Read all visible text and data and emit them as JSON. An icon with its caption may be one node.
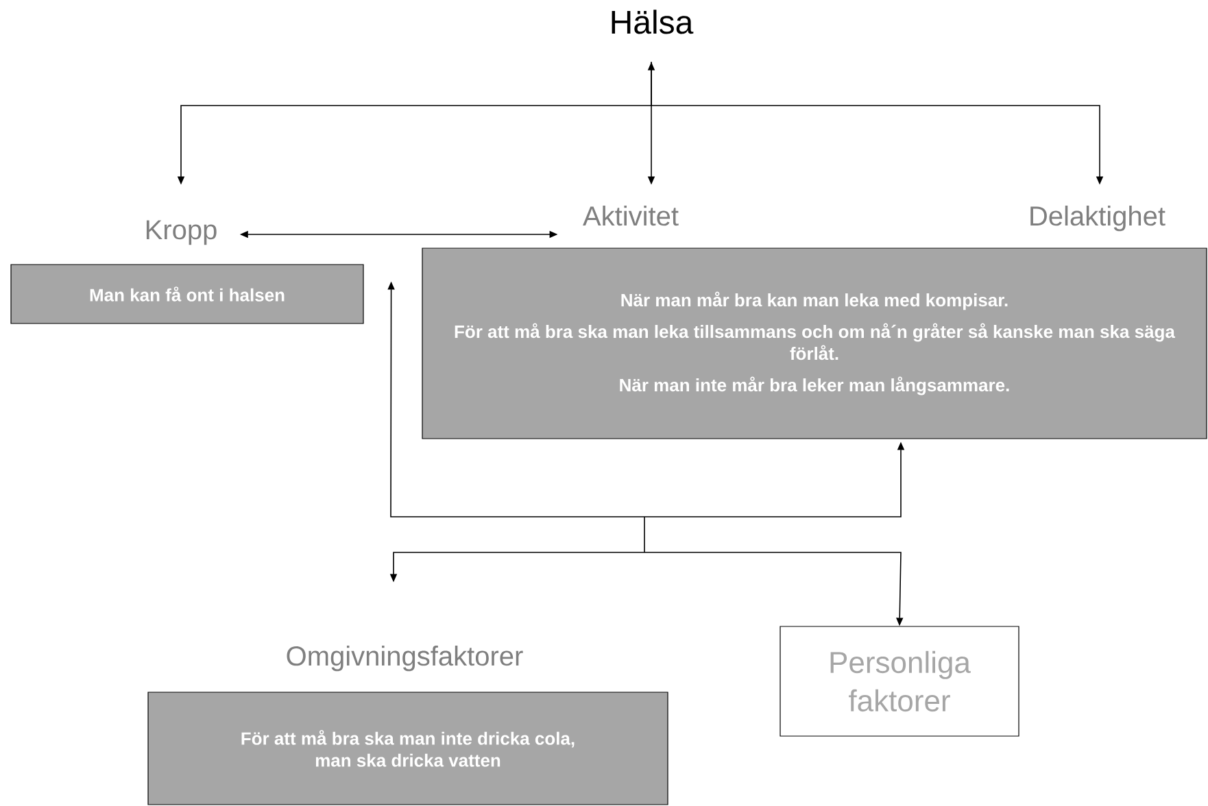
{
  "diagram": {
    "nodes": [
      {
        "text": [
          "Hälsa"
        ]
      },
      {
        "text": [
          "Kropp"
        ]
      },
      {
        "text": [
          "Man kan få ont i halsen"
        ]
      },
      {
        "text": [
          "Aktivitet"
        ]
      },
      {
        "text": [
          "Delaktighet"
        ]
      },
      {
        "text": [
          "När man mår bra kan man leka med kompisar.",
          "För att må bra ska man leka tillsammans och om nå´n gråter så kanske man ska säga förlåt.",
          "När man inte mår bra leker man långsammare."
        ]
      },
      {
        "text": [
          "Omgivningsfaktorer"
        ]
      },
      {
        "text": [
          "För att må bra ska man inte dricka cola, man ska dricka vatten"
        ]
      },
      {
        "text": [
          "Personliga faktorer"
        ]
      }
    ],
    "edges": [
      {
        "from": 0,
        "to": 3,
        "arrow": "both"
      },
      {
        "from": 0,
        "to": 1,
        "arrow": "to"
      },
      {
        "from": 0,
        "to": 4,
        "arrow": "to"
      },
      {
        "from": 1,
        "to": 3,
        "arrow": "both"
      },
      {
        "from": 2,
        "to": 6,
        "arrow": "both"
      },
      {
        "from": 5,
        "to": 6,
        "arrow": "both"
      },
      {
        "from": 2,
        "to": 8,
        "arrow": "both"
      },
      {
        "from": 5,
        "to": 8,
        "arrow": "both"
      }
    ]
  }
}
